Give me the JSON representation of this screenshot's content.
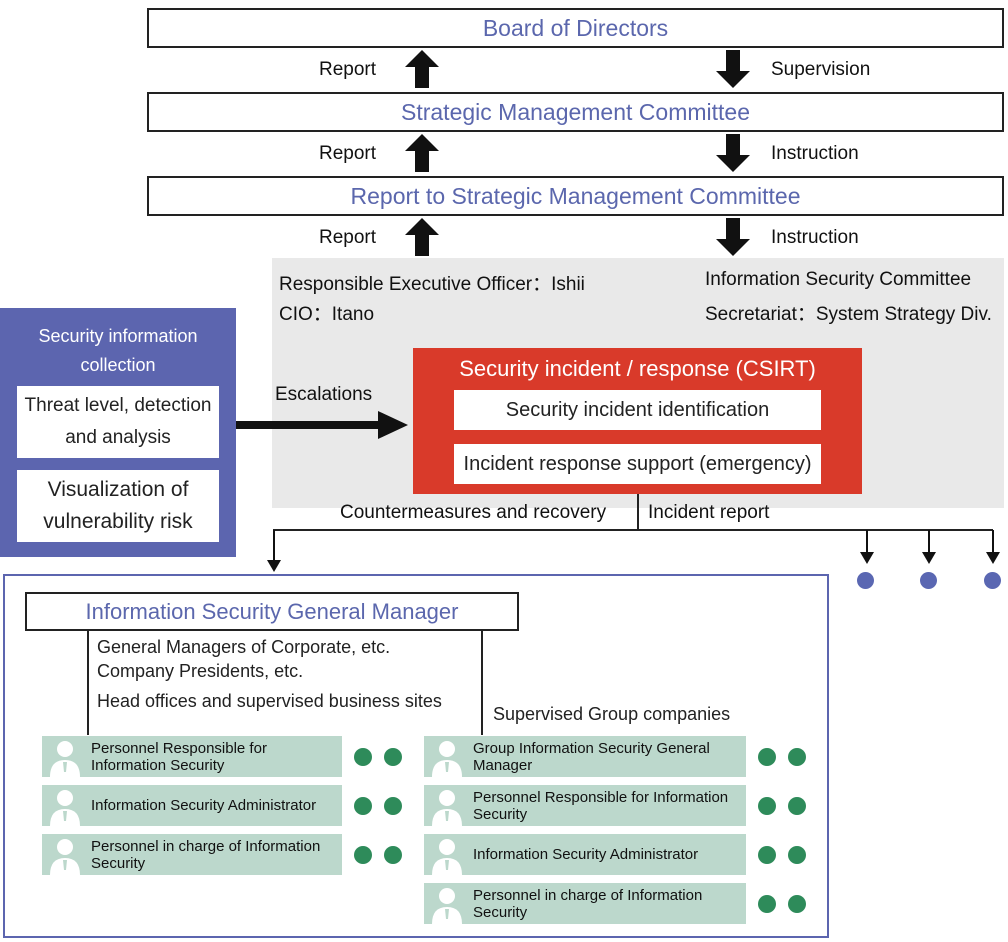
{
  "boxes": {
    "board": "Board of Directors",
    "strategic": "Strategic Management Committee",
    "report_to_strategic": "Report to Strategic Management Committee"
  },
  "flows": {
    "row1_left": "Report",
    "row1_right": "Supervision",
    "row2_left": "Report",
    "row2_right": "Instruction",
    "row3_left": "Report",
    "row3_right": "Instruction"
  },
  "officers": {
    "exec_line": "Responsible Executive Officer：Ishii",
    "cio_line": "CIO：Itano",
    "committee_line": "Information Security Committee",
    "secretariat_line": "Secretariat：System Strategy Div."
  },
  "soc": {
    "title_line1": "Security information collection",
    "title_line2": "and monitoring (SOC)",
    "box1_line1": "Threat level, detection",
    "box1_line2": "and analysis",
    "box2_line1": "Visualization of",
    "box2_line2": "vulnerability risk"
  },
  "escalation_label": "Escalations",
  "csirt": {
    "title": "Security incident / response (CSIRT)",
    "item1": "Security incident identification",
    "item2": "Incident response support (emergency)"
  },
  "bottom_labels": {
    "countermeasures": "Countermeasures and recovery",
    "incident_report": "Incident report"
  },
  "gm": {
    "title": "Information Security General Manager",
    "line1": "General Managers of Corporate, etc.",
    "line2": "Company Presidents, etc.",
    "line3": "Head offices and supervised business sites",
    "group_label": "Supervised Group companies"
  },
  "left_roles": [
    {
      "line1": "Personnel Responsible for",
      "line2": "Information Security"
    },
    {
      "line1": "Information Security Administrator",
      "line2": ""
    },
    {
      "line1": "Personnel in charge of Information",
      "line2": "Security"
    }
  ],
  "right_roles": [
    {
      "line1": "Group Information Security General",
      "line2": "Manager"
    },
    {
      "line1": "Personnel Responsible for Information",
      "line2": "Security"
    },
    {
      "line1": "Information Security Administrator",
      "line2": ""
    },
    {
      "line1": "Personnel in charge of Information",
      "line2": "Security"
    }
  ],
  "colors": {
    "title_blue": "#5b67ad",
    "soc_blue": "#5c65af",
    "csirt_red": "#d93a2a",
    "role_green_bg": "#bcd8cc",
    "dot_green": "#2e8b5a",
    "dot_blue": "#5a67b2",
    "panel_grey": "#e9e9e9"
  }
}
